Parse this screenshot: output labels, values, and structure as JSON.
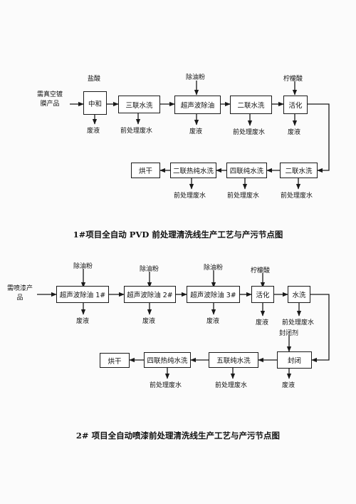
{
  "diagram1": {
    "caption": "1#项目全自动 PVD 前处理清洗线生产工艺与产污节点图",
    "source": [
      "需真空镀",
      "膜产品"
    ],
    "inputs": {
      "hcl": "盐酸",
      "degrease": "除油粉",
      "citric": "柠檬酸"
    },
    "steps": {
      "neutralize": "中和",
      "triple_rinse": "三联水洗",
      "ultrasonic": "超声波除油",
      "double_rinse_a": "二联水洗",
      "activate": "活化",
      "double_rinse_b": "二联水洗",
      "quad_pure": "四联纯水洗",
      "hot_pure": "二联热纯水洗",
      "dry": "烘干"
    },
    "outputs": {
      "waste_liquid": "废液",
      "pretreat_water": "前处理废水"
    }
  },
  "diagram2": {
    "caption": "2# 项目全自动喷漆前处理清洗线生产工艺与产污节点图",
    "source": [
      "需喷漆产",
      "品"
    ],
    "inputs": {
      "degrease": "除油粉",
      "citric": "柠檬酸",
      "sealant": "封闭剂"
    },
    "steps": {
      "us1": "超声波除油 1#",
      "us2": "超声波除油 2#",
      "us3": "超声波除油 3#",
      "activate": "活化",
      "rinse": "水洗",
      "seal": "封闭",
      "five_pure": "五联纯水洗",
      "quad_hot": "四联热纯水洗",
      "dry": "烘干"
    },
    "outputs": {
      "waste_liquid": "废液",
      "pretreat_water": "前处理废水"
    }
  }
}
